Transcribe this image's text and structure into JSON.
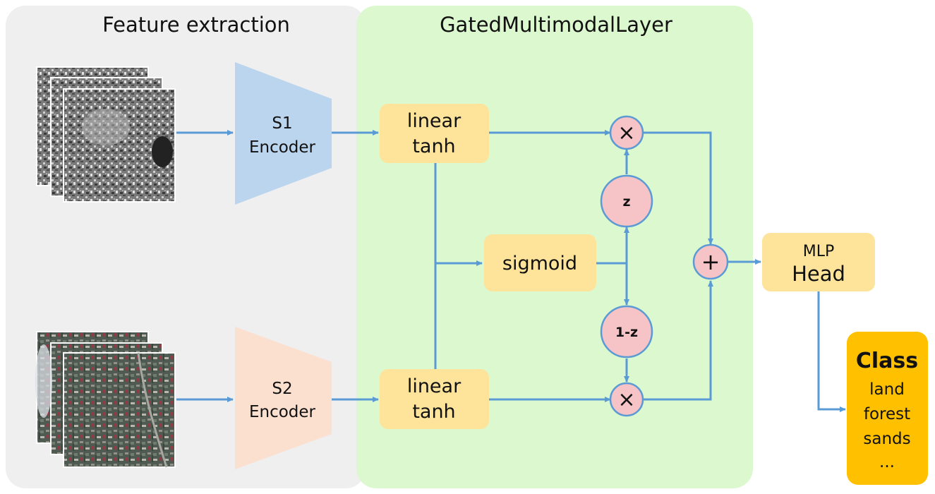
{
  "panels": {
    "feature_extraction_title": "Feature extraction",
    "gml_title": "GatedMultimodalLayer"
  },
  "encoders": {
    "s1": {
      "line1": "S1",
      "line2": "Encoder",
      "color": "#bcd5ee"
    },
    "s2": {
      "line1": "S2",
      "line2": "Encoder",
      "color": "#fbe0d0"
    }
  },
  "gml": {
    "linear_top": {
      "line1": "linear",
      "line2": "tanh"
    },
    "linear_bottom": {
      "line1": "linear",
      "line2": "tanh"
    },
    "sigmoid": "sigmoid",
    "z": "z",
    "one_minus_z": "1-z",
    "multiply_symbol": "×",
    "add_symbol": "+"
  },
  "head": {
    "line1": "MLP",
    "line2": "Head"
  },
  "output": {
    "title": "Class",
    "items": [
      "land",
      "forest",
      "sands",
      "..."
    ],
    "color": "#ffc000"
  },
  "colors": {
    "feature_panel_bg": "#efefef",
    "gml_panel_bg": "#dcf8cf",
    "node_yellow": "#fde49a",
    "circle_pink": "#f6c3c6",
    "arrow_blue": "#5b9bd5"
  }
}
